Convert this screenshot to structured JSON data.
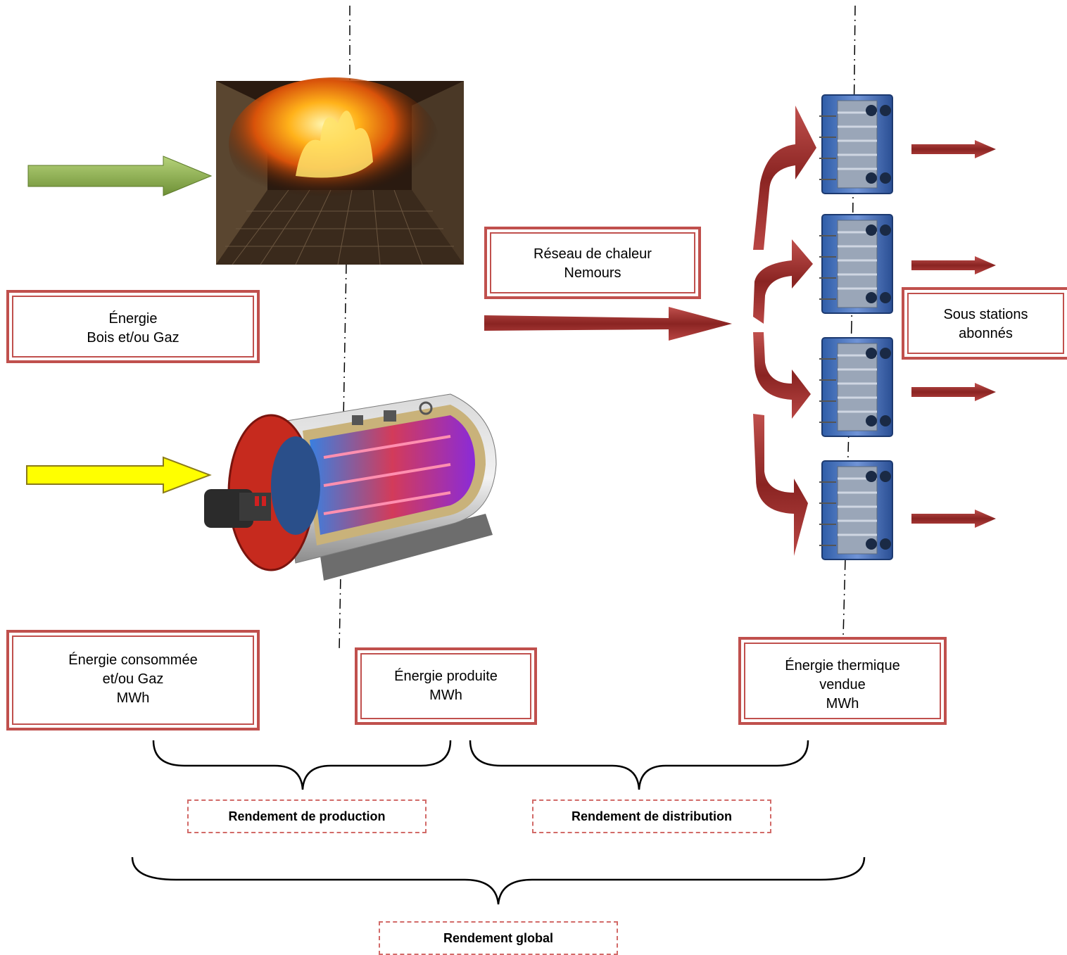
{
  "boxes": {
    "energie_source": {
      "lines": [
        "Énergie",
        "Bois et/ou Gaz"
      ]
    },
    "reseau": {
      "lines": [
        "Réseau de chaleur",
        "Nemours"
      ]
    },
    "sous_stations": {
      "lines": [
        "Sous stations",
        "abonnés"
      ]
    },
    "energie_consommee": {
      "lines": [
        "Énergie consommée",
        "et/ou Gaz",
        "MWh"
      ]
    },
    "energie_produite": {
      "lines": [
        "Énergie produite",
        "MWh"
      ]
    },
    "energie_vendue": {
      "lines": [
        "Énergie thermique",
        "vendue",
        "MWh"
      ]
    }
  },
  "rendements": {
    "production": "Rendement de production",
    "distribution": "Rendement de distribution",
    "global": "Rendement global"
  },
  "images": {
    "furnace": "wood-furnace-photo",
    "boiler": "gas-boiler-cutaway",
    "exchangers": "plate-heat-exchanger"
  },
  "colors": {
    "box_border": "#c0504d",
    "wood_arrow": "#8db04a",
    "gas_arrow": "#ffff00",
    "flow_arrow": "#9b2c2a",
    "dash_border": "#d26a68"
  }
}
